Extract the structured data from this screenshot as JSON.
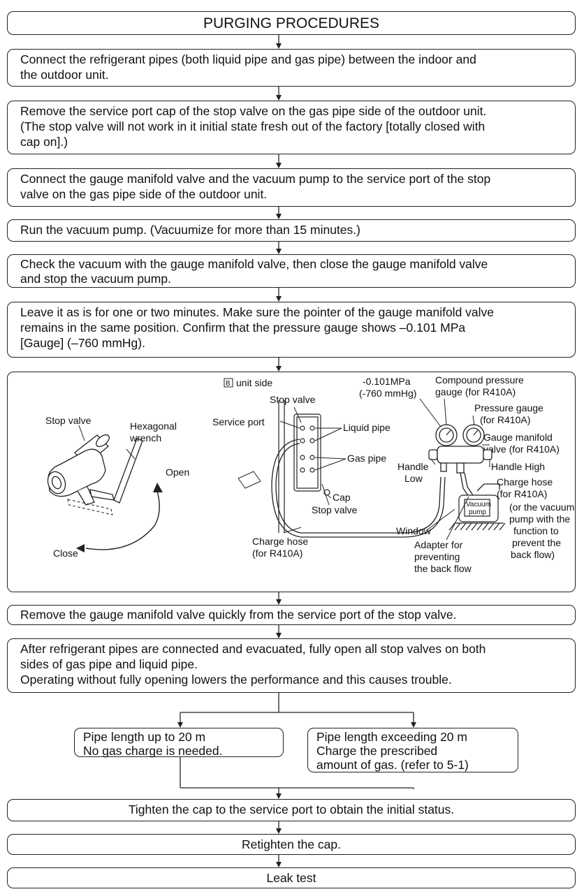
{
  "title": "PURGING PROCEDURES",
  "steps": [
    [
      "Connect the refrigerant pipes (both liquid pipe and gas pipe) between the indoor and",
      "the outdoor unit."
    ],
    [
      "Remove the service port cap of the stop valve on the gas pipe side of the outdoor unit.",
      "(The stop valve will not work in it initial state fresh out of the factory [totally closed with",
      "cap on].)"
    ],
    [
      "Connect the gauge manifold valve and the vacuum pump to the service port of the stop",
      "valve on the gas pipe side of the outdoor unit."
    ],
    [
      "Run the vacuum pump. (Vacuumize for more than 15 minutes.)"
    ],
    [
      "Check the vacuum with the gauge manifold valve, then close the gauge manifold valve",
      "and stop the vacuum pump."
    ],
    [
      "Leave it as is for one or two minutes. Make sure the pointer of the gauge manifold valve",
      "remains in the same position. Confirm that the pressure gauge shows –0.101 MPa",
      "[Gauge] (–760 mmHg)."
    ]
  ],
  "diagram": {
    "left": {
      "stop_valve": "Stop valve",
      "wrench": [
        "Hexagonal",
        "wrench"
      ],
      "open": "Open",
      "close": "Close"
    },
    "right": {
      "unit_side_mark": "B",
      "unit_side": "unit side",
      "stop_valve_top": "Stop valve",
      "service_port": "Service port",
      "liquid_pipe": "Liquid pipe",
      "gas_pipe": "Gas pipe",
      "cap": "Cap",
      "stop_valve_bottom": "Stop valve",
      "charge_hose_left": [
        "Charge hose",
        "(for R410A)"
      ],
      "vacuum_reading": [
        "-0.101MPa",
        "(-760 mmHg)"
      ],
      "compound_gauge": [
        "Compound pressure",
        "gauge (for R410A)"
      ],
      "pressure_gauge": [
        "Pressure gauge",
        "(for R410A)"
      ],
      "manifold_valve": [
        "Gauge manifold",
        "valve (for R410A)"
      ],
      "handle_low": [
        "Handle",
        "Low"
      ],
      "handle_high": "Handle High",
      "charge_hose_right": [
        "Charge hose",
        "(for R410A)"
      ],
      "pump_label": [
        "Vacuum",
        "pump"
      ],
      "alt_pump": [
        "(or the vacuum",
        "pump with the",
        "function to",
        "prevent the",
        "back flow)"
      ],
      "window": "Window",
      "adapter": [
        "Adapter for",
        "preventing",
        "the back flow"
      ]
    }
  },
  "after_steps": [
    [
      "Remove the gauge manifold valve quickly from the service port of the stop valve."
    ],
    [
      "After refrigerant pipes are connected and evacuated, fully open all stop valves on both",
      "sides of gas pipe and liquid pipe.",
      "Operating without fully opening lowers the performance and this causes trouble."
    ]
  ],
  "branch": {
    "left": [
      "Pipe length up to 20 m",
      "No gas charge is needed."
    ],
    "right": [
      "Pipe length exceeding 20 m",
      "Charge the prescribed",
      "amount of gas. (refer to 5-1)"
    ]
  },
  "final_steps": [
    "Tighten the cap to the service port to obtain the initial status.",
    "Retighten the cap.",
    "Leak test"
  ]
}
